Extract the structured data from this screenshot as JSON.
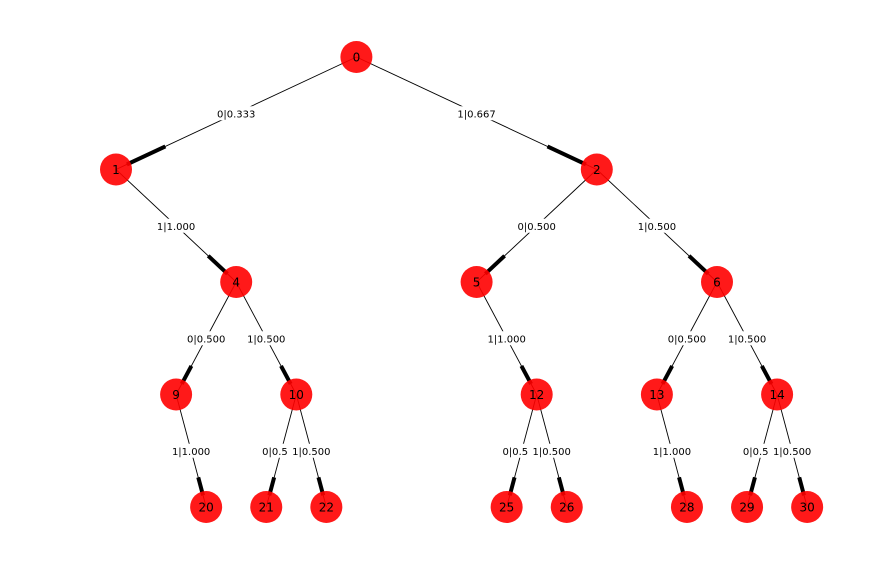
{
  "node_color": "#ff1a1a",
  "nodes": [
    "0",
    "1",
    "2",
    "4",
    "5",
    "6",
    "9",
    "10",
    "12",
    "13",
    "14",
    "20",
    "21",
    "22",
    "25",
    "26",
    "28",
    "29",
    "30"
  ],
  "edges": [
    {
      "from": "0",
      "to": "1",
      "label": "0|0.333"
    },
    {
      "from": "0",
      "to": "2",
      "label": "1|0.667"
    },
    {
      "from": "1",
      "to": "4",
      "label": "1|1.000"
    },
    {
      "from": "2",
      "to": "5",
      "label": "0|0.500"
    },
    {
      "from": "2",
      "to": "6",
      "label": "1|0.500"
    },
    {
      "from": "4",
      "to": "9",
      "label": "0|0.500"
    },
    {
      "from": "4",
      "to": "10",
      "label": "1|0.500"
    },
    {
      "from": "5",
      "to": "12",
      "label": "1|1.000"
    },
    {
      "from": "6",
      "to": "13",
      "label": "0|0.500"
    },
    {
      "from": "6",
      "to": "14",
      "label": "1|0.500"
    },
    {
      "from": "9",
      "to": "20",
      "label": "1|1.000"
    },
    {
      "from": "10",
      "to": "21",
      "label": "0|0.500"
    },
    {
      "from": "10",
      "to": "22",
      "label": "1|0.500"
    },
    {
      "from": "12",
      "to": "25",
      "label": "0|0.500"
    },
    {
      "from": "12",
      "to": "26",
      "label": "1|0.500"
    },
    {
      "from": "13",
      "to": "28",
      "label": "1|1.000"
    },
    {
      "from": "14",
      "to": "29",
      "label": "0|0.500"
    },
    {
      "from": "14",
      "to": "30",
      "label": "1|0.500"
    }
  ]
}
